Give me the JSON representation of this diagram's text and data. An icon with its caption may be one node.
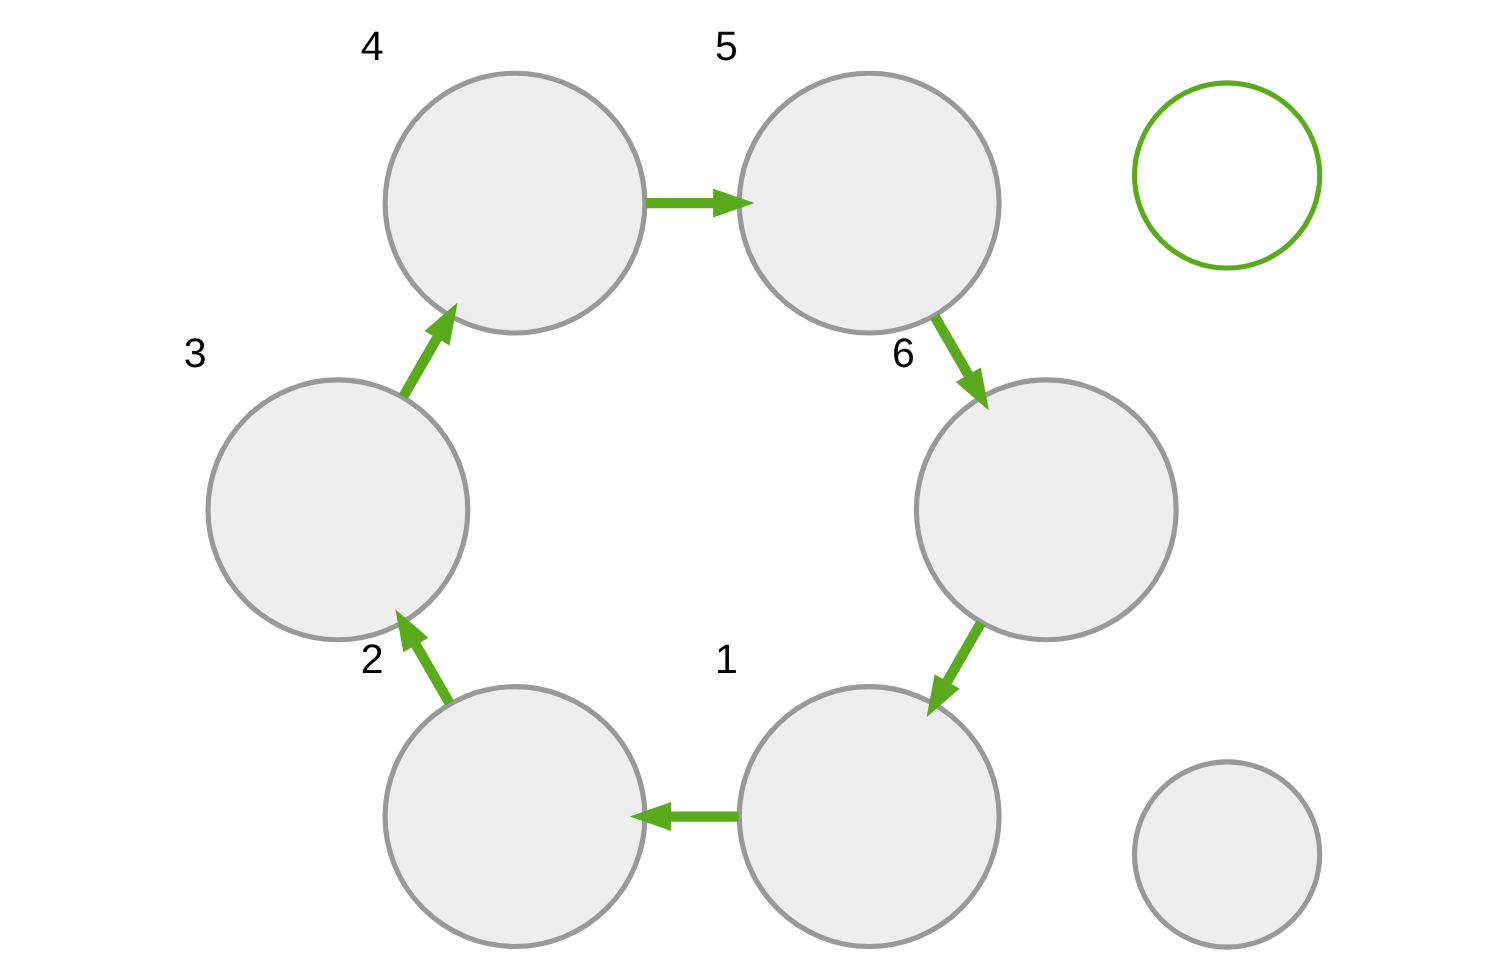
{
  "diagram": {
    "nodes": [
      {
        "text": [],
        "shape": "circle",
        "beside": [
          "1"
        ]
      },
      {
        "text": [],
        "shape": "circle",
        "beside": [
          "2"
        ]
      },
      {
        "text": [],
        "shape": "circle",
        "beside": [
          "3"
        ]
      },
      {
        "text": [],
        "shape": "circle",
        "beside": [
          "4"
        ]
      },
      {
        "text": [],
        "shape": "circle",
        "beside": [
          "5"
        ]
      },
      {
        "text": [],
        "shape": "circle",
        "beside": [
          "6"
        ]
      },
      {
        "text": [],
        "shape": "circle"
      },
      {
        "text": [],
        "shape": "circle"
      }
    ],
    "edges": [
      {
        "from": 0,
        "to": 1,
        "arrow": "to"
      },
      {
        "from": 1,
        "to": 2,
        "arrow": "to"
      },
      {
        "from": 2,
        "to": 3,
        "arrow": "to"
      },
      {
        "from": 3,
        "to": 4,
        "arrow": "to"
      },
      {
        "from": 4,
        "to": 5,
        "arrow": "to"
      },
      {
        "from": 5,
        "to": 0,
        "arrow": "to"
      }
    ]
  }
}
